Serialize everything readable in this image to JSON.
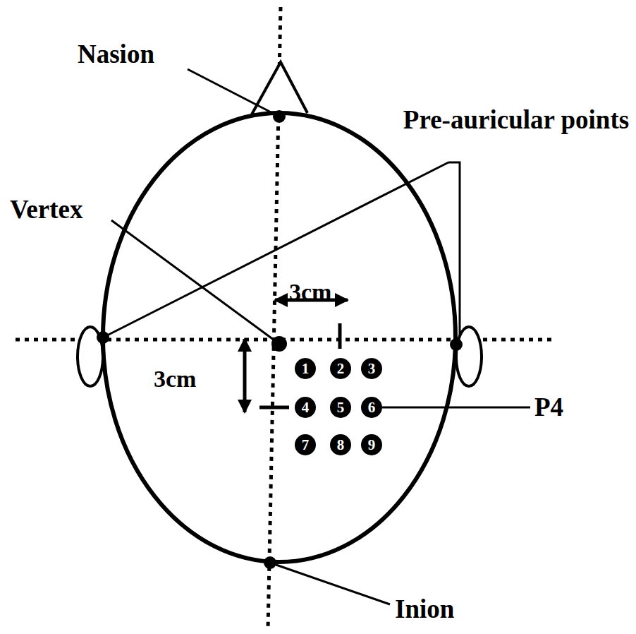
{
  "diagram": {
    "nodes": [
      {
        "text": [
          "1"
        ]
      },
      {
        "text": [
          "2"
        ]
      },
      {
        "text": [
          "3"
        ]
      },
      {
        "text": [
          "4"
        ]
      },
      {
        "text": [
          "5"
        ]
      },
      {
        "text": [
          "6"
        ]
      },
      {
        "text": [
          "7"
        ]
      },
      {
        "text": [
          "8"
        ]
      },
      {
        "text": [
          "9"
        ]
      }
    ],
    "labels": [
      "Nasion",
      "Pre-auricular points",
      "Vertex",
      "3cm",
      "3cm",
      "P4",
      "Inion"
    ]
  }
}
